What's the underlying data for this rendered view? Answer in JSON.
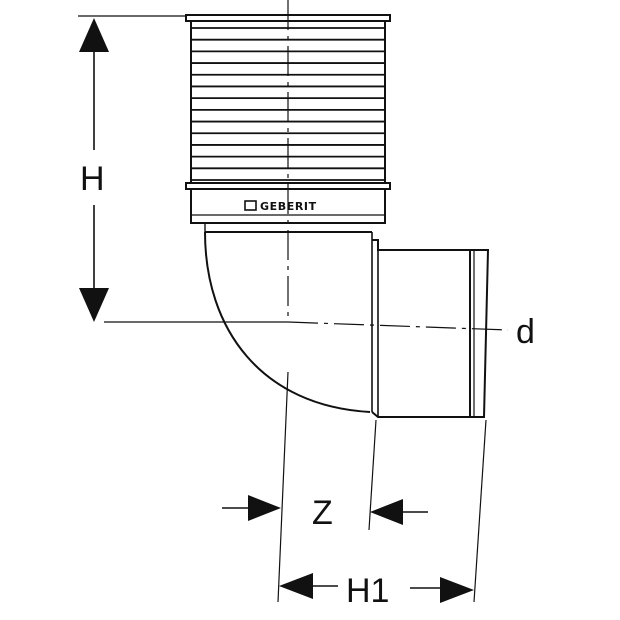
{
  "labels": {
    "height": "H",
    "diameter": "d",
    "insertion_depth": "Z",
    "offset": "H1",
    "brand": "GEBERIT"
  },
  "colors": {
    "line": "#111111",
    "background": "#ffffff"
  },
  "counts": {
    "grooves": 14
  }
}
